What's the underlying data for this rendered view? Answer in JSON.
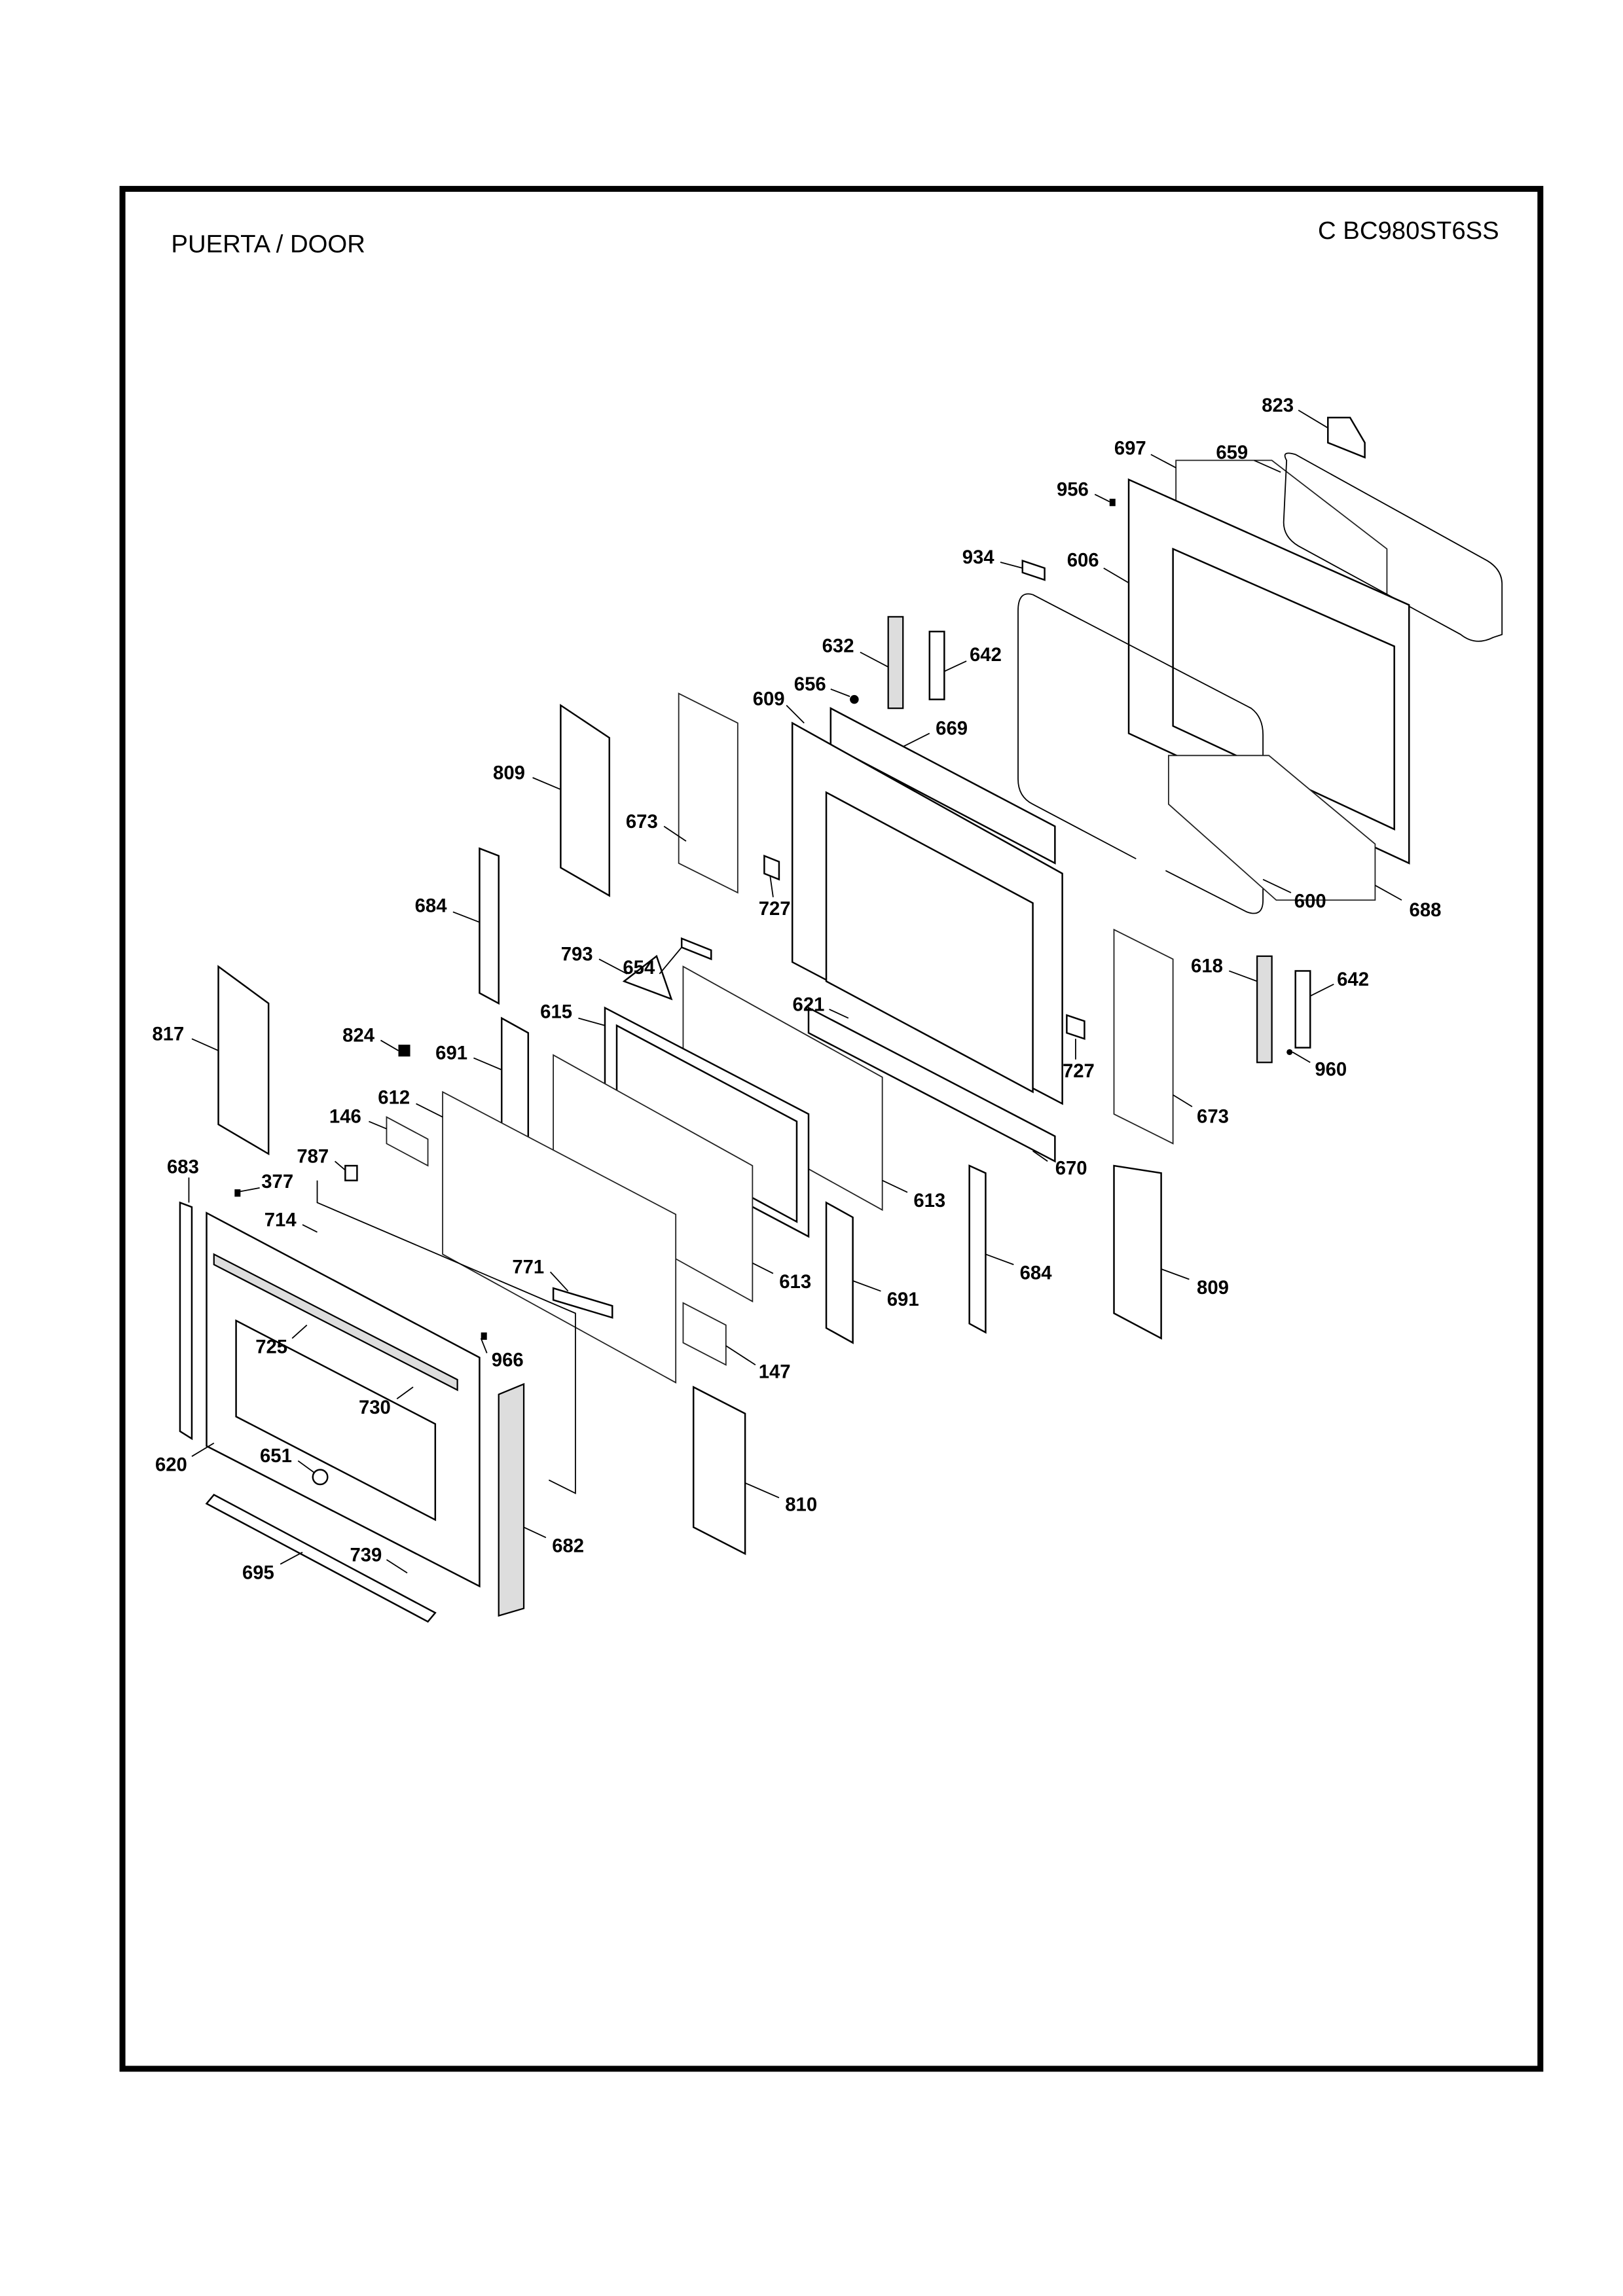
{
  "header": {
    "title": "PUERTA / DOOR",
    "model": "C BC980ST6SS"
  },
  "labels": [
    "823",
    "697",
    "659",
    "956",
    "934",
    "606",
    "632",
    "642",
    "656",
    "609",
    "669",
    "809",
    "673",
    "727",
    "600",
    "688",
    "684",
    "654",
    "793",
    "621",
    "618",
    "642",
    "817",
    "824",
    "691",
    "615",
    "960",
    "727",
    "673",
    "612",
    "146",
    "787",
    "670",
    "683",
    "377",
    "714",
    "613",
    "684",
    "771",
    "613",
    "691",
    "809",
    "966",
    "725",
    "147",
    "730",
    "620",
    "651",
    "810",
    "682",
    "739",
    "695"
  ]
}
